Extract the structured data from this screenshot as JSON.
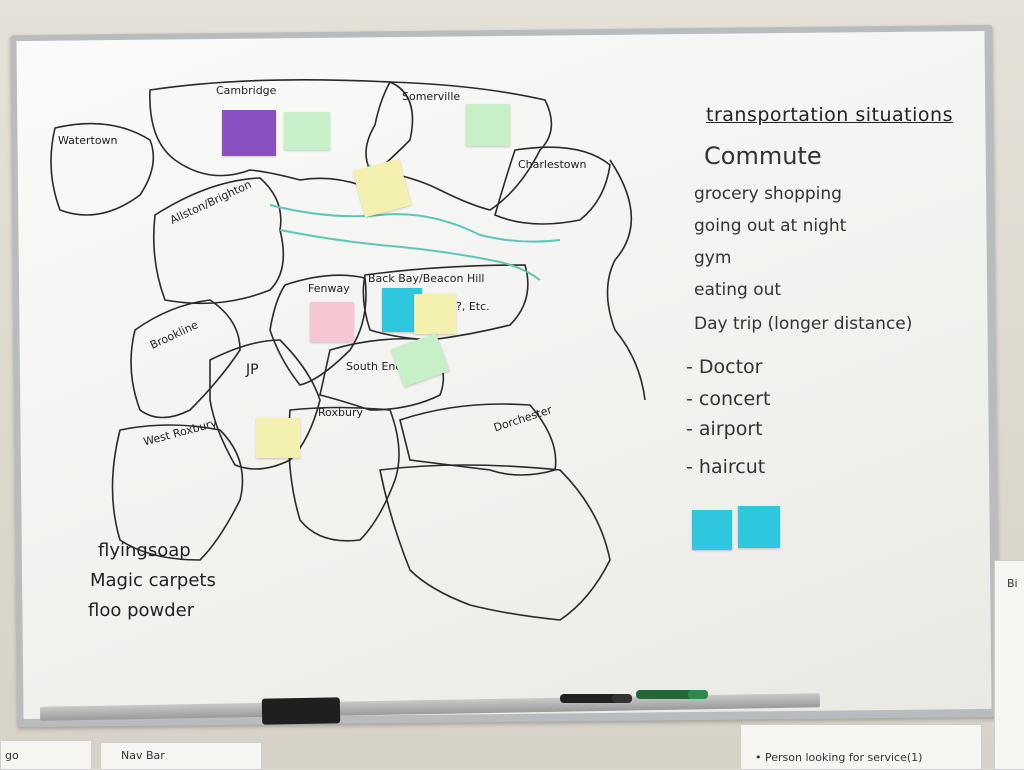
{
  "map": {
    "regions": [
      "Cambridge",
      "Somerville",
      "Watertown",
      "Charlestown",
      "Allston/Brighton",
      "Fenway",
      "Back Bay/Beacon Hill",
      "Brookline",
      "JP",
      "South End",
      "Roxbury",
      "West Roxbury",
      "Dorchester"
    ],
    "annotation": "?, Etc."
  },
  "fantasy": [
    "flyingsoap",
    "Magic carpets",
    "floo powder"
  ],
  "list": {
    "title": "transportation situations",
    "items": [
      "Commute",
      "grocery shopping",
      "going out at night",
      "gym",
      "eating out",
      "Day trip (longer distance)",
      "- Doctor",
      "- concert",
      "- airport",
      "- haircut"
    ]
  },
  "bottom_papers": {
    "left": "go",
    "middle": "Nav Bar",
    "right": "• Person looking for service(1)",
    "far_right": "Bi"
  },
  "colors": {
    "sticky_yellow": "#f4f1b0",
    "sticky_green": "#c8f0c8",
    "sticky_purple": "#8a4fc0",
    "sticky_cyan": "#2fc6e0",
    "sticky_pink": "#f6c7d3",
    "river": "#5cc7b8"
  }
}
